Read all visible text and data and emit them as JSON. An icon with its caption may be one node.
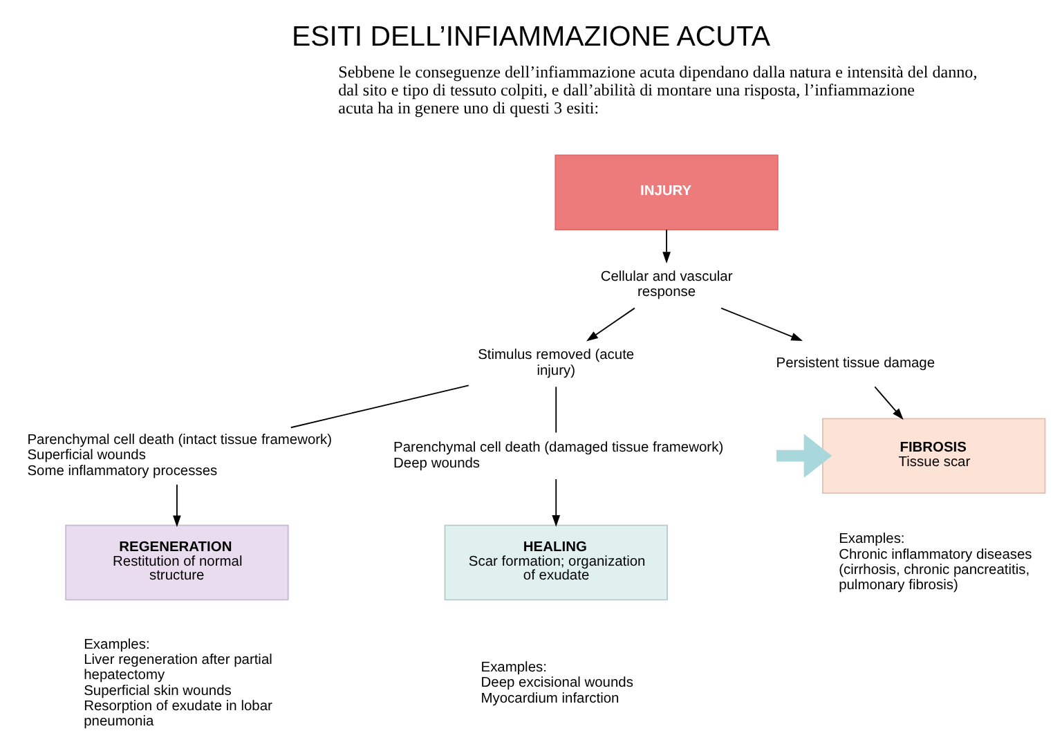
{
  "diagram": {
    "title": "ESITI DELL’INFIAMMAZIONE ACUTA",
    "nodes": [
      {
        "text": [
          "INJURY"
        ]
      },
      {
        "text": [
          "Cellular and vascular response"
        ]
      },
      {
        "text": [
          "Stimulus removed (acute injury)"
        ]
      },
      {
        "text": [
          "Persistent tissue damage"
        ]
      },
      {
        "text": [
          "Parenchymal cell death (intact tissue framework)",
          "Superficial wounds",
          "Some inflammatory processes"
        ]
      },
      {
        "text": [
          "Parenchymal cell death (damaged tissue framework)",
          "Deep wounds"
        ]
      },
      {
        "text": [
          "REGENERATION",
          "Restitution of normal structure"
        ],
        "beside": [
          "Examples:",
          "Liver regeneration after partial hepatectomy",
          "Superficial skin wounds",
          "Resorption of exudate in lobar pneumonia"
        ]
      },
      {
        "text": [
          "HEALING",
          "Scar formation; organization of exudate"
        ],
        "beside": [
          "Examples:",
          "Deep excisional wounds",
          "Myocardium infarction"
        ]
      },
      {
        "text": [
          "FIBROSIS",
          "Tissue scar"
        ],
        "beside": [
          "Examples:",
          "Chronic inflammatory diseases (cirrhosis, chronic pancreatitis, pulmonary fibrosis)"
        ]
      }
    ],
    "edges": [
      {
        "from": 0,
        "to": 1,
        "arrow": "to"
      },
      {
        "from": 1,
        "to": 2,
        "arrow": "to"
      },
      {
        "from": 1,
        "to": 3,
        "arrow": "to"
      },
      {
        "from": 2,
        "to": 4,
        "arrow": "none"
      },
      {
        "from": 2,
        "to": 5,
        "arrow": "none"
      },
      {
        "from": 4,
        "to": 6,
        "arrow": "to"
      },
      {
        "from": 5,
        "to": 7,
        "arrow": "to"
      },
      {
        "from": 3,
        "to": 8,
        "arrow": "to"
      },
      {
        "from": null,
        "to": 8,
        "arrow": "to",
        "style": "thick",
        "color": "#a8d8dc"
      }
    ],
    "labels": [
      "Sebbene le conseguenze dell’infiammazione acuta dipendano dalla natura e intensità del danno, dal sito e tipo di tessuto colpiti, e dall’abilità di montare una risposta, l’infiammazione acuta ha in genere uno di questi 3 esiti:"
    ]
  }
}
